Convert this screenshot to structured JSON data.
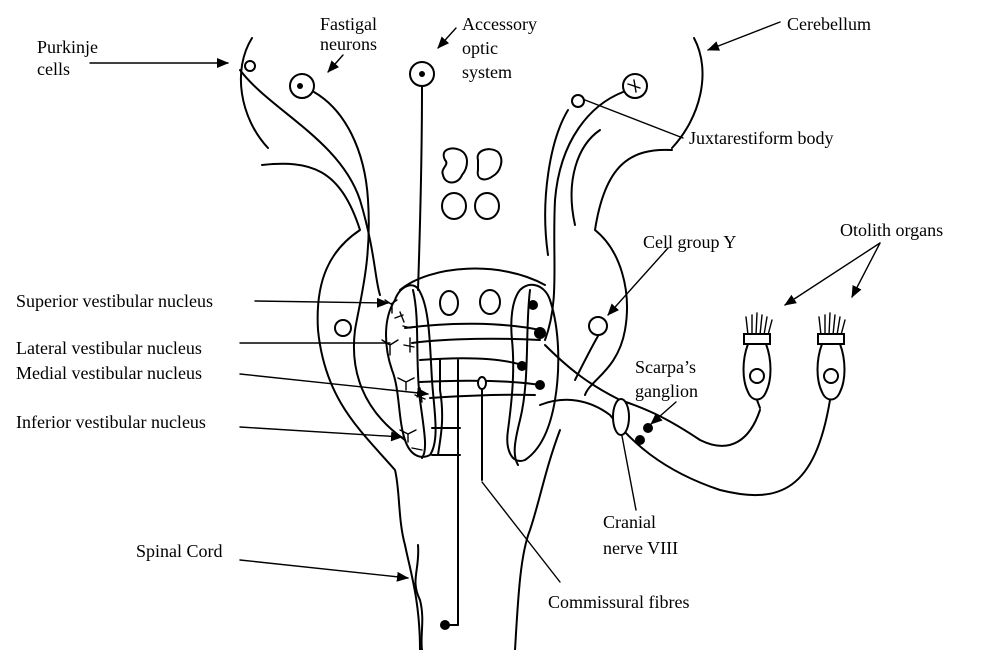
{
  "labels": {
    "purkinje_1": "Purkinje",
    "purkinje_2": "cells",
    "fastigal_1": "Fastigal",
    "fastigal_2": "neurons",
    "accessory_1": "Accessory",
    "accessory_2": "optic",
    "accessory_3": "system",
    "cerebellum": "Cerebellum",
    "juxtarestiform": "Juxtarestiform body",
    "cell_group_y": "Cell group Y",
    "otolith": "Otolith organs",
    "superior": "Superior vestibular nucleus",
    "lateral": "Lateral vestibular nucleus",
    "medial": "Medial vestibular nucleus",
    "inferior": "Inferior vestibular nucleus",
    "scarpa_1": "Scarpa’s",
    "scarpa_2": "ganglion",
    "cranial_1": "Cranial",
    "cranial_2": "nerve VIII",
    "spinal": "Spinal Cord",
    "commissural": "Commissural  fibres"
  }
}
